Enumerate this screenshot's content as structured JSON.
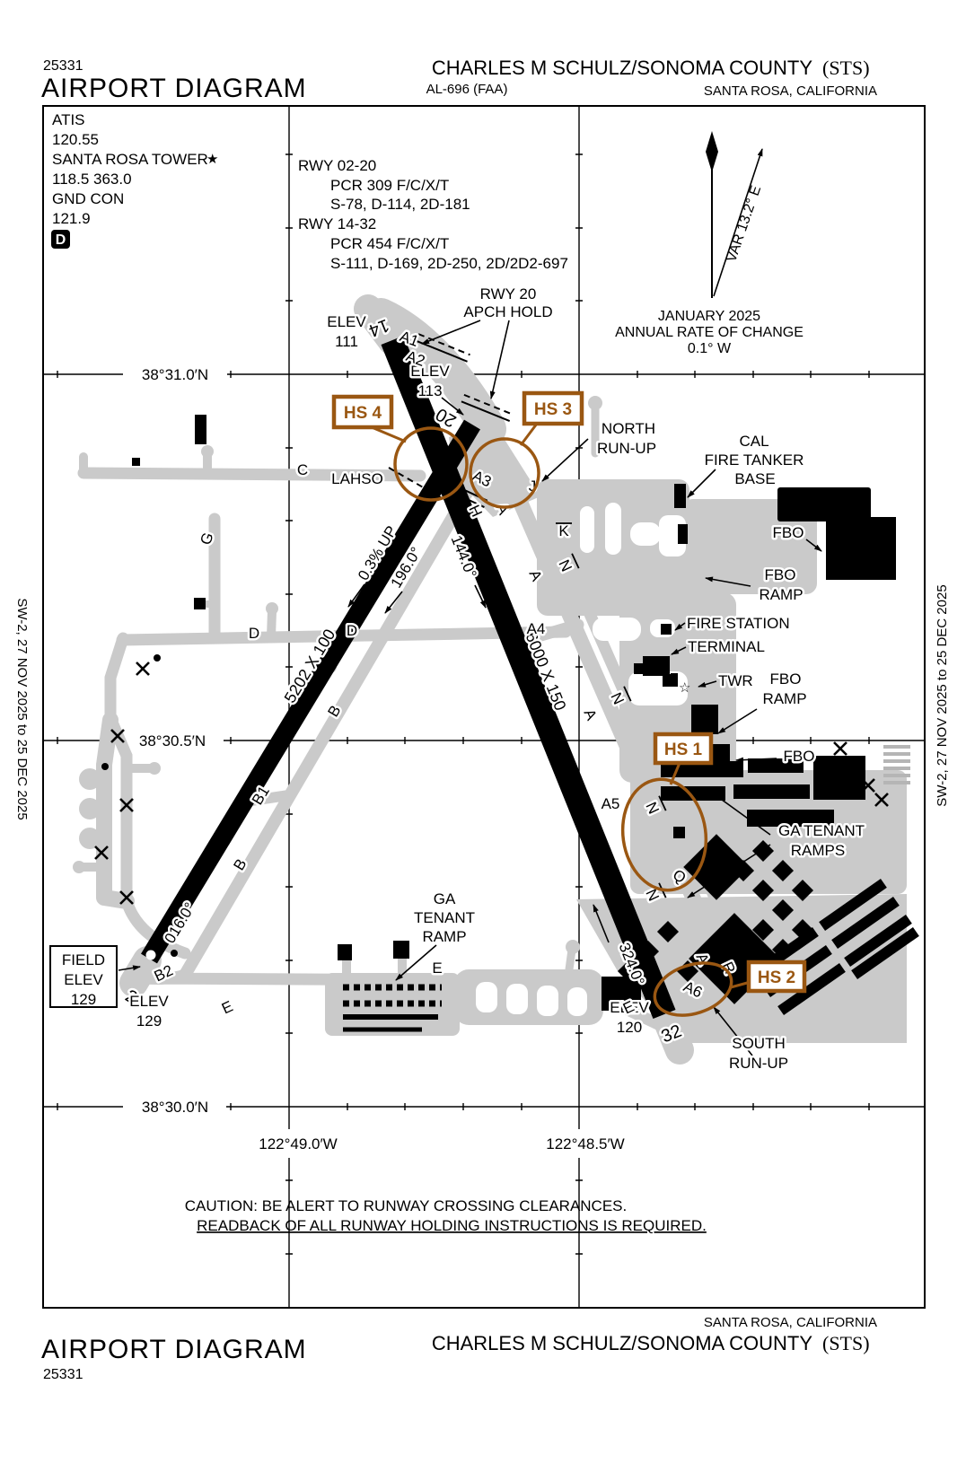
{
  "header": {
    "chart_code": "25331",
    "title": "AIRPORT DIAGRAM",
    "procedure_id": "AL-696 (FAA)",
    "airport_name": "CHARLES M SCHULZ/SONOMA COUNTY",
    "airport_icao": "(STS)",
    "city_state": "SANTA ROSA, CALIFORNIA"
  },
  "footer": {
    "chart_code": "25331",
    "title": "AIRPORT DIAGRAM",
    "airport_name": "CHARLES M SCHULZ/SONOMA COUNTY",
    "airport_icao": "(STS)",
    "city_state": "SANTA ROSA, CALIFORNIA"
  },
  "sidebar": {
    "left": "SW-2,  27 NOV 2025  to  25 DEC 2025",
    "right": "SW-2,  27 NOV 2025  to  25 DEC 2025"
  },
  "comm": {
    "atis": "ATIS",
    "atis_freq": "120.55",
    "tower": "SANTA ROSA TOWER",
    "tower_star": "★",
    "tower_freq": "118.5  363.0",
    "gnd": "GND CON",
    "gnd_freq": "121.9",
    "delivery_icon": "D"
  },
  "runway_data": {
    "rwy0220": {
      "name": "RWY 02-20",
      "pcr": "PCR 309 F/C/X/T",
      "codes": "S-78, D-114, 2D-181"
    },
    "rwy1432": {
      "name": "RWY 14-32",
      "pcr": "PCR 454 F/C/X/T",
      "codes": "S-111, D-169, 2D-250, 2D/2D2-697"
    }
  },
  "compass": {
    "var": "VAR 13.2° E",
    "date": "JANUARY 2025",
    "roc1": "ANNUAL RATE OF CHANGE",
    "roc2": "0.1° W"
  },
  "grid": {
    "lat1": "38°31.0′N",
    "lat2": "38°30.5′N",
    "lat3": "38°30.0′N",
    "lon1": "122°49.0′W",
    "lon2": "122°48.5′W"
  },
  "runways": {
    "n14": "14",
    "n20": "20",
    "n02": "2",
    "n32": "32",
    "dim1432": "6000 X 150",
    "dim0220": "5202 X 100",
    "hdg144": "144.0°",
    "hdg196": "196.0°",
    "hdg324": "324.0°",
    "hdg016": "016.0°",
    "slope": "0.3% UP"
  },
  "labels": {
    "lahso": "LAHSO",
    "apch_hold1": "RWY 20",
    "apch_hold2": "APCH HOLD",
    "elev": "ELEV",
    "elev111": "111",
    "elev113": "113",
    "elev129": "129",
    "elev120": "120",
    "field1": "FIELD",
    "field2": "ELEV",
    "field3": "129",
    "north1": "NORTH",
    "north2": "RUN-UP",
    "south1": "SOUTH",
    "south2": "RUN-UP",
    "cal1": "CAL",
    "cal2": "FIRE TANKER",
    "cal3": "BASE",
    "fbo": "FBO",
    "ramp": "RAMP",
    "fire_station": "FIRE STATION",
    "terminal": "TERMINAL",
    "twr": "TWR",
    "twr_star": "☆",
    "ga1": "GA TENANT",
    "ga2": "RAMPS",
    "gar1": "GA",
    "gar2": "TENANT",
    "gar3": "RAMP"
  },
  "hotspots": {
    "hs1": "HS 1",
    "hs2": "HS 2",
    "hs3": "HS 3",
    "hs4": "HS 4"
  },
  "taxiways": {
    "a": "A",
    "a1": "A1",
    "a2": "A2",
    "a3": "A3",
    "a4": "A4",
    "a5": "A5",
    "a6": "A6",
    "b": "B",
    "b1": "B1",
    "b2": "B2",
    "c": "C",
    "d": "D",
    "e": "E",
    "g": "G",
    "h": "H",
    "j": "J",
    "k": "K",
    "n": "N",
    "q": "Q",
    "r": "R"
  },
  "caution": {
    "line1": "CAUTION: BE ALERT TO RUNWAY CROSSING CLEARANCES.",
    "line2": "READBACK OF ALL RUNWAY HOLDING INSTRUCTIONS IS REQUIRED."
  },
  "colors": {
    "hotspot_brown": "#9A5712",
    "taxiway_gray": "#cacaca"
  }
}
